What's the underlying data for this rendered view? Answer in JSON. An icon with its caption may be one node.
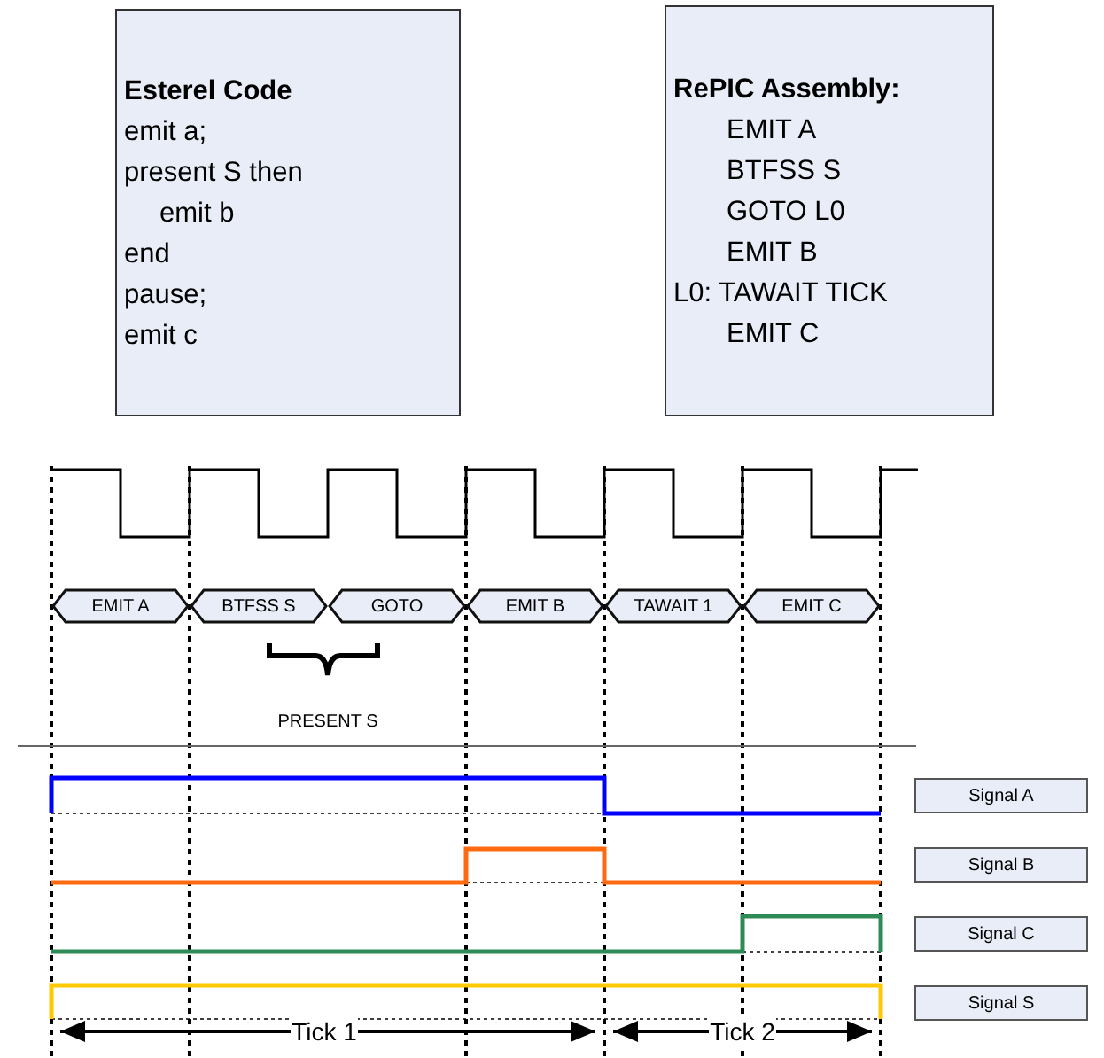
{
  "diagram": {
    "nodes": [
      {
        "text": [
          "Esterel Code",
          "emit a;",
          "present S then",
          "emit b",
          "end",
          "pause;",
          "emit c"
        ]
      },
      {
        "text": [
          "RePIC Assembly:",
          "EMIT A",
          "BTFSS S",
          "GOTO L0",
          "EMIT B",
          "L0: TAWAIT TICK",
          "EMIT C"
        ]
      },
      {
        "text": [
          "EMIT A"
        ]
      },
      {
        "text": [
          "BTFSS S"
        ]
      },
      {
        "text": [
          "GOTO"
        ]
      },
      {
        "text": [
          "EMIT B"
        ]
      },
      {
        "text": [
          "TAWAIT 1"
        ]
      },
      {
        "text": [
          "EMIT C"
        ]
      },
      {
        "text": [
          "Signal A"
        ]
      },
      {
        "text": [
          "Signal B"
        ]
      },
      {
        "text": [
          "Signal C"
        ]
      },
      {
        "text": [
          "Signal S"
        ]
      }
    ],
    "edges": [],
    "labels": [
      "PRESENT S",
      "Tick 1",
      "Tick 2"
    ]
  }
}
